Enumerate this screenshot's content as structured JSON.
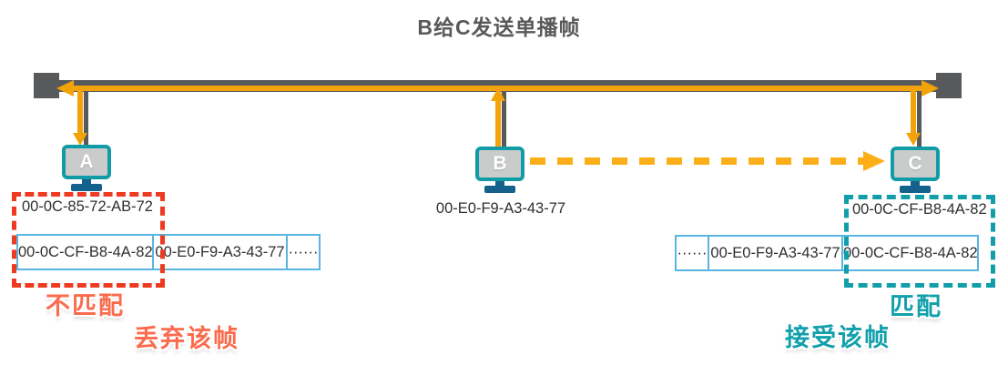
{
  "title": "B给C发送单播帧",
  "colors": {
    "bus_gray": "#58595b",
    "frame_orange": "#f2a30a",
    "dashed_orange": "#fbae17",
    "teal": "#129ea9",
    "red": "#ee3a21",
    "label_red": "#fb6b4e",
    "cell_border_blue": "#5ab6e0",
    "stand_blue": "#14618d",
    "title_gray": "#595959"
  },
  "nodes": [
    {
      "id": "A",
      "label": "A",
      "mac": "00-0C-85-72-AB-72"
    },
    {
      "id": "B",
      "label": "B",
      "mac": "00-E0-F9-A3-43-77"
    },
    {
      "id": "C",
      "label": "C",
      "mac": "00-0C-CF-B8-4A-82"
    }
  ],
  "left_frame": {
    "cells": [
      "00-0C-CF-B8-4A-82",
      "00-E0-F9-A3-43-77",
      "······"
    ]
  },
  "right_frame": {
    "cells": [
      "······",
      "00-E0-F9-A3-43-77",
      "00-0C-CF-B8-4A-82"
    ]
  },
  "annotations": {
    "no_match": "不匹配",
    "discard": "丢弃该帧",
    "match": "匹配",
    "accept": "接受该帧"
  }
}
